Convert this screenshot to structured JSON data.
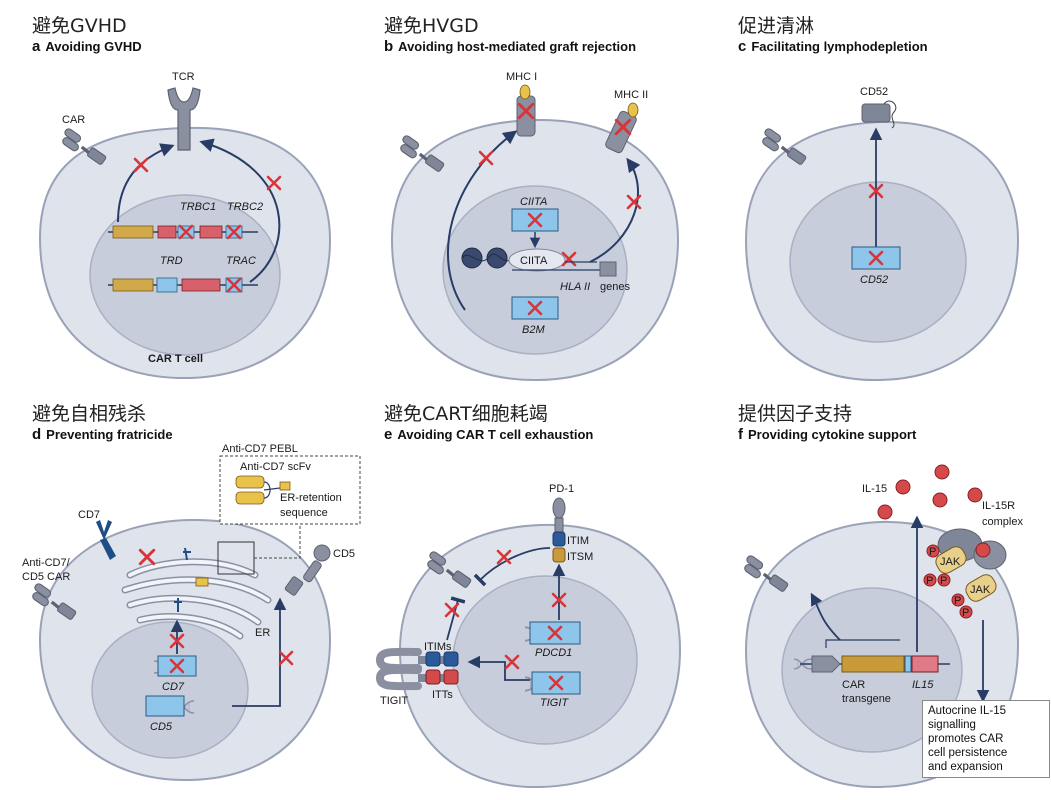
{
  "panels": {
    "a": {
      "title_cn": "避免GVHD",
      "letter": "a",
      "title_en": "Avoiding GVHD",
      "labels": {
        "tcr": "TCR",
        "car": "CAR",
        "trbc1": "TRBC1",
        "trbc2": "TRBC2",
        "trd": "TRD",
        "trac": "TRAC",
        "cell": "CAR T cell"
      }
    },
    "b": {
      "title_cn": "避免HVGD",
      "letter": "b",
      "title_en": "Avoiding host-mediated graft rejection",
      "labels": {
        "mhc1": "MHC I",
        "mhc2": "MHC II",
        "ciita_gene": "CIITA",
        "ciita_protein": "CIITA",
        "hla2_italic": "HLA II",
        "hla2_rest": "genes",
        "b2m": "B2M"
      }
    },
    "c": {
      "title_cn": "促进清淋",
      "letter": "c",
      "title_en": "Facilitating lymphodepletion",
      "labels": {
        "cd52_protein": "CD52",
        "cd52_gene": "CD52"
      }
    },
    "d": {
      "title_cn": "避免自相残杀",
      "letter": "d",
      "title_en": "Preventing fratricide",
      "labels": {
        "pebl": "Anti-CD7 PEBL",
        "scfv": "Anti-CD7 scFv",
        "er_ret1": "ER-retention",
        "er_ret2": "sequence",
        "cd7": "CD7",
        "cd5": "CD5",
        "car1": "Anti-CD7/",
        "car2": "CD5 CAR",
        "er": "ER",
        "cd7_gene": "CD7",
        "cd5_gene": "CD5"
      }
    },
    "e": {
      "title_cn": "避免CART细胞耗竭",
      "letter": "e",
      "title_en": "Avoiding CAR T cell exhaustion",
      "labels": {
        "pd1": "PD-1",
        "itim": "ITIM",
        "itsm": "ITSM",
        "pdcd1": "PDCD1",
        "itims": "ITIMs",
        "itts": "ITTs",
        "tigit_gene": "TIGIT",
        "tigit": "TIGIT"
      }
    },
    "f": {
      "title_cn": "提供因子支持",
      "letter": "f",
      "title_en": "Providing cytokine support",
      "labels": {
        "il15": "IL-15",
        "il15r1": "IL-15R",
        "il15r2": "complex",
        "jak": "JAK",
        "p": "P",
        "car_tr1": "CAR",
        "car_tr2": "transgene",
        "il15_gene": "IL15",
        "note": [
          "Autocrine IL-15",
          "signalling",
          "promotes CAR",
          "cell persistence",
          "and expansion"
        ]
      }
    }
  },
  "colors": {
    "cell": "#dfe3ec",
    "cell_edge": "#9aa2b8",
    "nucleus": "#c7cddb",
    "nucleus_edge": "#a8b0c4",
    "receptor": "#7f8697",
    "gene_blue": "#8ec5ea",
    "gene_red": "#d8606a",
    "gene_gold": "#d2a94a",
    "cross": "#d9343a",
    "arrow": "#283c66",
    "ip": "#d44a4a"
  }
}
